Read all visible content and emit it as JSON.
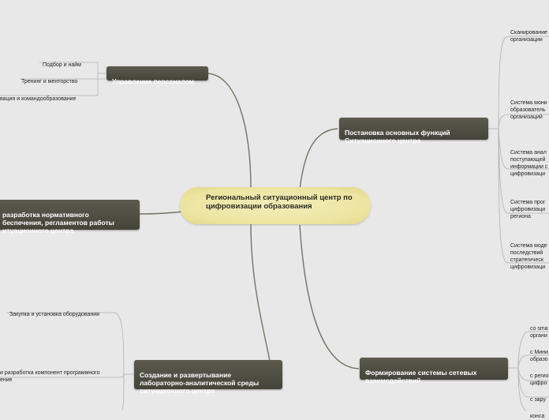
{
  "central": "Региональный ситуационный центр по цифровизации образования",
  "branches": {
    "personnel": {
      "title": "Управление персоналом",
      "items": [
        "Подбор и найм",
        "Тренинг и менторство",
        "вация и командообразование"
      ]
    },
    "functions": {
      "title": "Постановка основных функций\nСитуационного центра",
      "items": [
        "Сканирование\nорганизации",
        "Система мони\nобразователь\nорганизаций",
        "Система анал\nпоступающей\nинформации с\nцифровизаци",
        "Система прог\nцифровизаци\nрегиона",
        "Система моде\nпоследствий\nстратегическ\nцифровизаци"
      ]
    },
    "regulation": {
      "title": "разработка нормативного\nбеспечения, регламентов работы\nитуационного центра"
    },
    "network": {
      "title": "Формирование системы сетевых\nвзаимодействий",
      "items": [
        "со sma\nоргани",
        "с Мини\nобразо",
        "с регио\nцифро",
        "с зару",
        "конса"
      ]
    },
    "lab": {
      "title": "Создание и развертывание\nлабораторно-аналитической среды\nситуационного центра",
      "items": [
        "Закупка и установка оборудования",
        "и разработка компонент программного\nение"
      ]
    }
  }
}
